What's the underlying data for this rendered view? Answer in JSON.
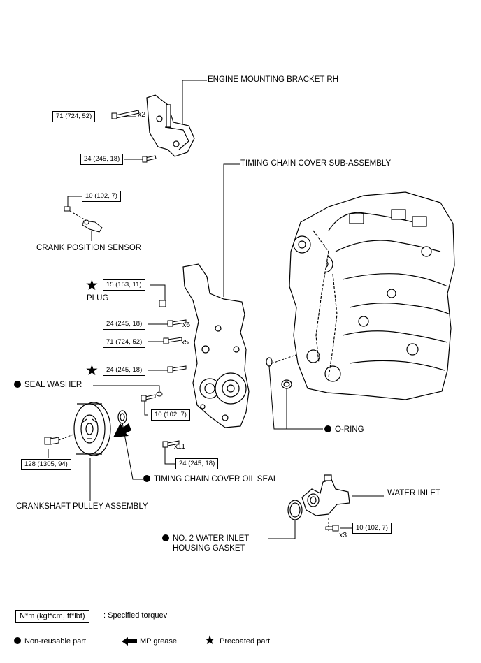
{
  "labels": {
    "engine_mounting_bracket": "ENGINE MOUNTING BRACKET RH",
    "timing_chain_cover": "TIMING CHAIN COVER SUB-ASSEMBLY",
    "crank_position_sensor": "CRANK POSITION SENSOR",
    "plug": "PLUG",
    "seal_washer": "SEAL WASHER",
    "o_ring": "O-RING",
    "timing_chain_cover_oil_seal": "TIMING CHAIN COVER OIL SEAL",
    "crankshaft_pulley": "CRANKSHAFT PULLEY ASSEMBLY",
    "water_inlet": "WATER INLET",
    "water_inlet_gasket_line1": "NO. 2 WATER INLET",
    "water_inlet_gasket_line2": "HOUSING GASKET"
  },
  "torques": {
    "bracket_bolt_upper": "71 (724, 52)",
    "bracket_bolt_lower": "24 (245, 18)",
    "crank_sensor_bolt": "10 (102, 7)",
    "plug": "15 (153, 11)",
    "cover_bolt_x6": "24 (245, 18)",
    "cover_bolt_x5": "71 (724, 52)",
    "cover_bolt_precoated": "24 (245, 18)",
    "seal_washer_bolt": "10 (102, 7)",
    "cover_bolt_x11": "24 (245, 18)",
    "pulley_bolt": "128 (1305, 94)",
    "water_inlet_bolt": "10 (102, 7)"
  },
  "quantities": {
    "bracket": "x2",
    "cover_x6": "x6",
    "cover_x5": "x5",
    "cover_x11": "x11",
    "water_inlet": "x3"
  },
  "legend": {
    "torque_unit": "N*m (kgf*cm, ft*lbf)",
    "torque_desc": ": Specified torquev",
    "non_reusable": "Non-reusable part",
    "mp_grease": "MP grease",
    "precoated": "Precoated part"
  }
}
